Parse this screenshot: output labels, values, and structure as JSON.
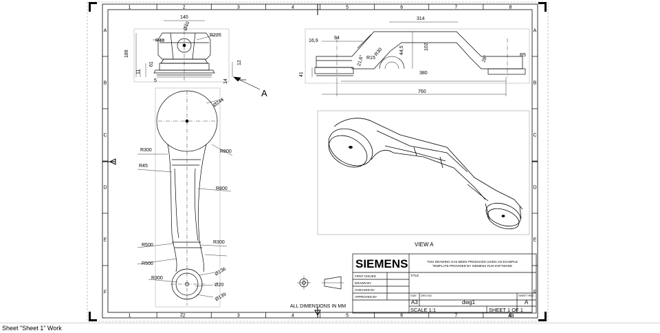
{
  "status_bar": {
    "text": "Sheet \"Sheet 1\" Work"
  },
  "grid": {
    "columns": [
      "1",
      "2",
      "3",
      "4",
      "5",
      "6",
      "7",
      "8"
    ],
    "rows": [
      "A",
      "B",
      "C",
      "D",
      "E",
      "F"
    ]
  },
  "views": {
    "section_label": "A",
    "iso_caption": "VIEW A",
    "units_note": "ALL DIMENSIONS IN MM"
  },
  "dimensions": {
    "top_view": [
      "140",
      "Ø40",
      "R48",
      "R226",
      "189",
      "61",
      "11",
      "5",
      "12",
      "14"
    ],
    "front_view": [
      "314",
      "16,9",
      "94",
      "R30",
      "R15",
      "21,6°",
      "44,5",
      "102",
      "28°",
      "R5",
      "41",
      "380",
      "760"
    ],
    "side_view": [
      "Ø244",
      "R300",
      "R800",
      "R45",
      "R800",
      "R500",
      "R500",
      "R300",
      "R300",
      "Ø136",
      "Ø20",
      "Ø139"
    ]
  },
  "title_block": {
    "logo": "SIEMENS",
    "note_line1": "THIS DRAWING HAS BEEN PRODUCED USING AN EXAMPLE",
    "note_line2": "TEMPLATE PROVIDED BY SIEMENS PLM SOFTWARE",
    "title_label": "TITLE",
    "first_issued": "FIRST ISSUED",
    "drawn_by": "DRAWN BY",
    "checked_by": "CHECKED BY",
    "approved_by": "APPROVED BY",
    "size_label": "SIZE",
    "size_value": "A3",
    "dwg_label": "DRG NO.",
    "dwg_value": "dwg1",
    "rev_label": "SHEET REV",
    "rev_value": "A",
    "scale": "SCALE 1:1",
    "sheet": "SHEET 1 OF 1",
    "paper": "A3"
  }
}
